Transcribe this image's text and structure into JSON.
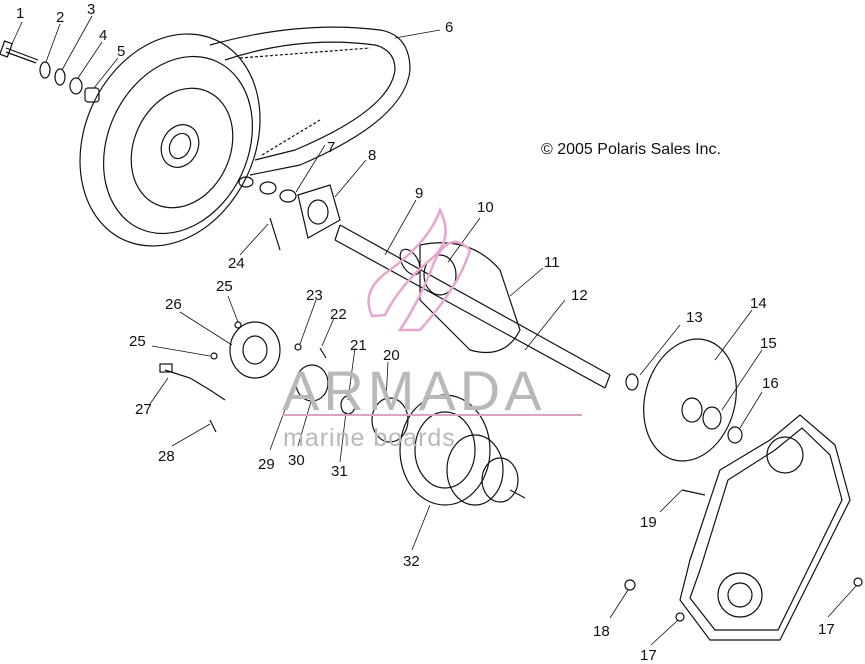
{
  "copyright": "© 2005 Polaris Sales Inc.",
  "watermark": {
    "brand": "ARMADA",
    "tagline": "marine boards",
    "accent_color": "#e8a6cf"
  },
  "callouts": [
    "1",
    "2",
    "3",
    "4",
    "5",
    "6",
    "7",
    "8",
    "9",
    "10",
    "11",
    "12",
    "13",
    "14",
    "15",
    "16",
    "17",
    "17",
    "18",
    "19",
    "20",
    "21",
    "22",
    "23",
    "24",
    "25",
    "25",
    "26",
    "27",
    "28",
    "29",
    "30",
    "31",
    "32"
  ]
}
